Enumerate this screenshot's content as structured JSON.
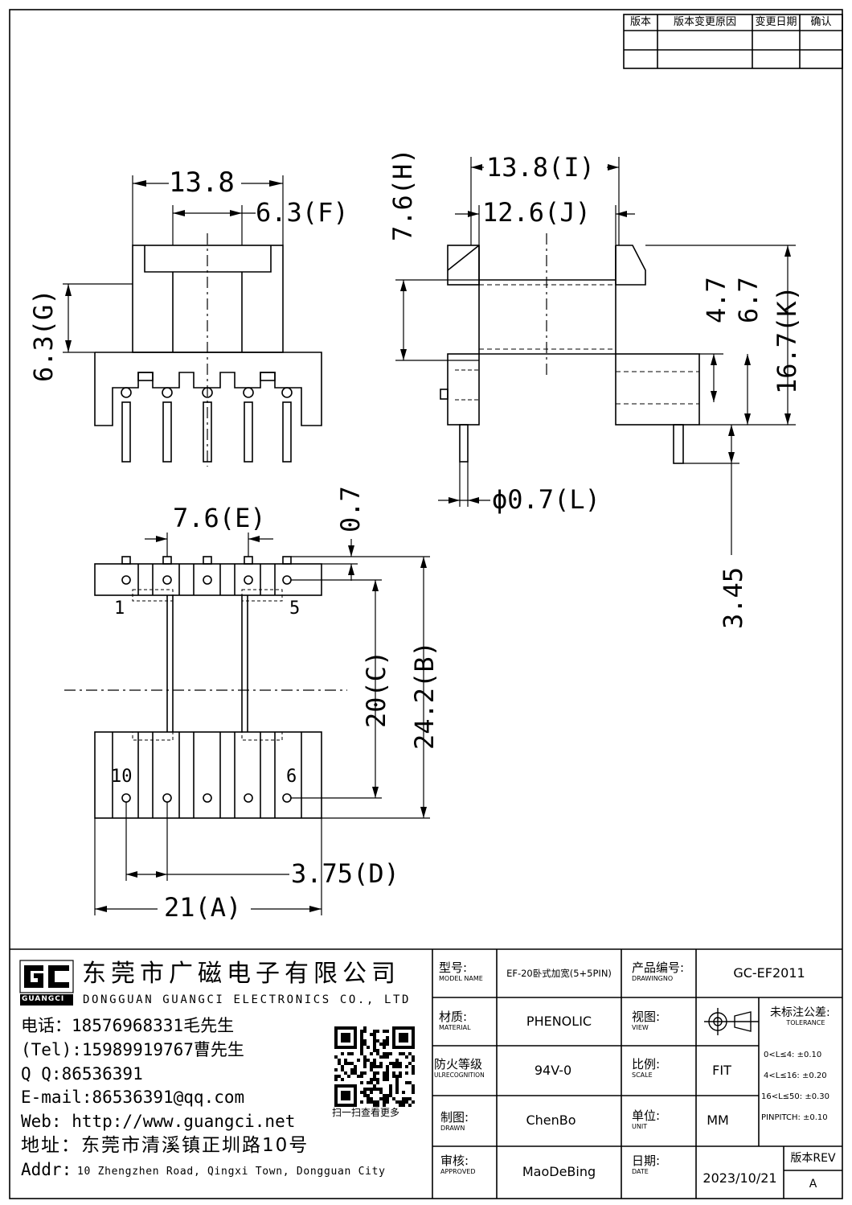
{
  "revision_table": {
    "headers": [
      "版本",
      "版本变更原因",
      "变更日期",
      "确认"
    ]
  },
  "dimensions": {
    "top_width": "13.8",
    "f": "6.3(F)",
    "g": "6.3(G)",
    "h": "7.6(H)",
    "i": "13.8(I)",
    "j": "12.6(J)",
    "dim_4_7": "4.7",
    "dim_6_7": "6.7",
    "k": "16.7(K)",
    "l": "ϕ0.7(L)",
    "dim_3_45": "3.45",
    "e": "7.6(E)",
    "dim_0_7": "0.7",
    "c": "20(C)",
    "b": "24.2(B)",
    "d": "3.75(D)",
    "a": "21(A)"
  },
  "pins": {
    "p1": "1",
    "p5": "5",
    "p10": "10",
    "p6": "6"
  },
  "company": {
    "logo_text": "GUANGCI",
    "name_cn": "东莞市广磁电子有限公司",
    "name_en": "DONGGUAN GUANGCI ELECTRONICS CO., LTD",
    "phone_cn": "电话：18576968331毛先生",
    "phone_tel": "(Tel):15989919767曹先生",
    "qq": "Q Q:86536391",
    "email": "E-mail:86536391@qq.com",
    "web": "Web: http://www.guangci.net",
    "address_cn": "地址：东莞市清溪镇正圳路10号",
    "addr_label": "Addr:",
    "address_en": "10 Zhengzhen Road, Qingxi Town, Dongguan City",
    "qr_caption": "扫一扫查看更多"
  },
  "title_block": {
    "model_label_cn": "型号:",
    "model_label_en": "MODEL NAME",
    "model_value": "EF-20卧式加宽(5+5PIN)",
    "drawing_label_cn": "产品编号:",
    "drawing_label_en": "DRAWINGNO",
    "drawing_value": "GC-EF2011",
    "material_label_cn": "材质:",
    "material_label_en": "MATERIAL",
    "material_value": "PHENOLIC",
    "view_label_cn": "视图:",
    "view_label_en": "VIEW",
    "tolerance_label_cn": "未标注公差:",
    "tolerance_label_en": "TOLERANCE",
    "fire_label_cn": "防火等级",
    "fire_label_en": "ULRECOGNITION",
    "fire_value": "94V-0",
    "scale_label_cn": "比例:",
    "scale_label_en": "SCALE",
    "scale_value": "FIT",
    "tol_1": "0<L≤4: ±0.10",
    "tol_2": "4<L≤16: ±0.20",
    "tol_3": "16<L≤50: ±0.30",
    "tol_4": "PINPITCH: ±0.10",
    "drawn_label_cn": "制图:",
    "drawn_label_en": "DRAWN",
    "drawn_value": "ChenBo",
    "unit_label_cn": "单位:",
    "unit_label_en": "UNIT",
    "unit_value": "MM",
    "approved_label_cn": "审核:",
    "approved_label_en": "APPROVED",
    "approved_value": "MaoDeBing",
    "date_label_cn": "日期:",
    "date_label_en": "DATE",
    "date_value": "2023/10/21",
    "rev_label": "版本REV",
    "rev_value": "A"
  },
  "colors": {
    "ink": "#000000",
    "paper": "#ffffff"
  }
}
